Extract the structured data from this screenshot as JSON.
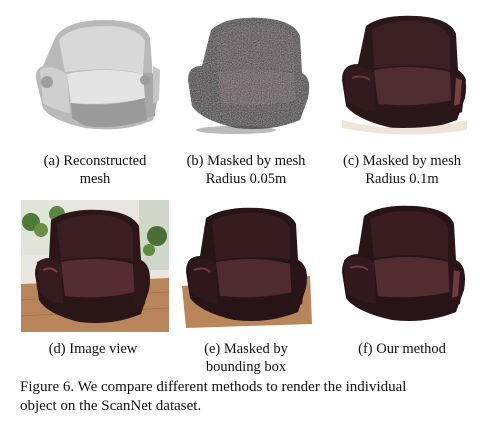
{
  "panels": [
    {
      "caption": [
        "(a) Reconstructed",
        "mesh"
      ],
      "icon": "armchair-mesh"
    },
    {
      "caption": [
        "(b) Masked by mesh",
        "Radius 0.05m"
      ],
      "icon": "armchair-noisy"
    },
    {
      "caption": [
        "(c) Masked by mesh",
        "Radius 0.1m"
      ],
      "icon": "armchair-clean"
    },
    {
      "caption": [
        "(d) Image view"
      ],
      "icon": "armchair-photo"
    },
    {
      "caption": [
        "(e) Masked by",
        "bounding box"
      ],
      "icon": "armchair-bbox"
    },
    {
      "caption": [
        "(f) Our method"
      ],
      "icon": "armchair-ours"
    }
  ],
  "figure_caption": [
    "Figure 6.  We compare different methods to render the individual",
    "object on the ScanNet dataset."
  ],
  "colors": {
    "mesh_gray": "#b8b8b8",
    "leather": "#3a1d20",
    "leather_hi": "#6a3a3e",
    "floor": "#b8865a",
    "wall": "#e9e6df"
  }
}
